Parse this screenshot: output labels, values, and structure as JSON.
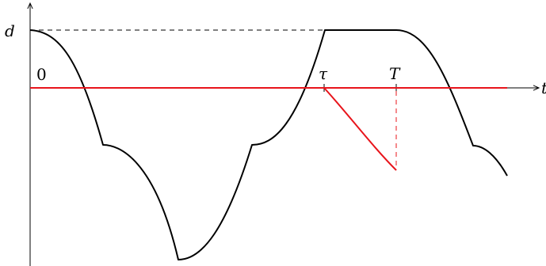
{
  "labels": {
    "y_value": "d",
    "origin": "0",
    "tau": "τ",
    "T": "T",
    "x_axis": "t"
  },
  "colors": {
    "curve": "#000000",
    "red": "#e8141b"
  }
}
